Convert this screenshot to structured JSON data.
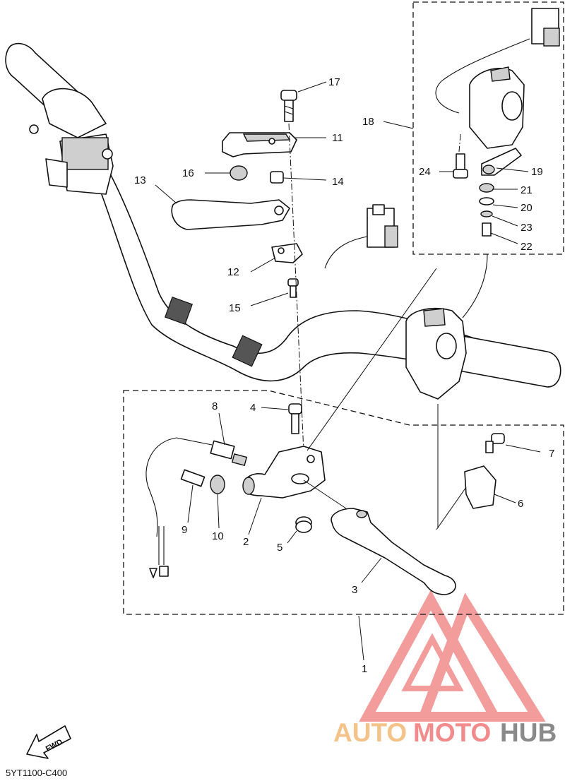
{
  "diagram": {
    "code": "5YT1100-C400",
    "fwd_label": "FWD",
    "callouts": [
      {
        "id": "p1",
        "text": "1"
      },
      {
        "id": "p2",
        "text": "2"
      },
      {
        "id": "p3",
        "text": "3"
      },
      {
        "id": "p4",
        "text": "4"
      },
      {
        "id": "p5",
        "text": "5"
      },
      {
        "id": "p6",
        "text": "6"
      },
      {
        "id": "p7",
        "text": "7"
      },
      {
        "id": "p8",
        "text": "8"
      },
      {
        "id": "p9",
        "text": "9"
      },
      {
        "id": "p10",
        "text": "10"
      },
      {
        "id": "p11",
        "text": "11"
      },
      {
        "id": "p12",
        "text": "12"
      },
      {
        "id": "p13",
        "text": "13"
      },
      {
        "id": "p14",
        "text": "14"
      },
      {
        "id": "p15",
        "text": "15"
      },
      {
        "id": "p16",
        "text": "16"
      },
      {
        "id": "p17",
        "text": "17"
      },
      {
        "id": "p18",
        "text": "18"
      },
      {
        "id": "p19",
        "text": "19"
      },
      {
        "id": "p20",
        "text": "20"
      },
      {
        "id": "p21",
        "text": "21"
      },
      {
        "id": "p22",
        "text": "22"
      },
      {
        "id": "p23",
        "text": "23"
      },
      {
        "id": "p24",
        "text": "24"
      }
    ]
  },
  "watermark": {
    "part1": "AUTO",
    "part2": "MOTO",
    "part3": "HUB",
    "colors": {
      "part1": "#f3c389",
      "part2": "#f28b8b",
      "part3": "#8a8a8a",
      "logo": "#f28b8b"
    }
  }
}
